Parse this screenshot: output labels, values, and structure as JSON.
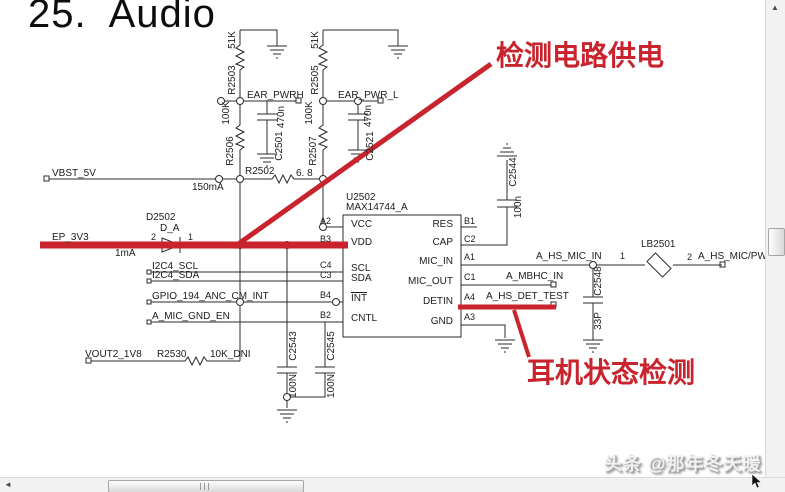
{
  "page": {
    "title": "25.  Audio"
  },
  "annotations": {
    "power_note": "检测电路供电",
    "detect_note": "耳机状态检测"
  },
  "colors": {
    "annotation_red": "#c9242e",
    "wire": "#2b2b2b"
  },
  "watermark": {
    "text": "头条 @那年冬天暖",
    "suffix": "-"
  },
  "icons": {
    "scroll_up": "▲",
    "scroll_left": "◄"
  },
  "nets": {
    "vbst": "VBST_5V",
    "ep3v3": "EP_3V3",
    "ear_pwrh": "EAR_PWRH",
    "ear_pwr_l": "EAR_PWR_L",
    "i2c_scl": "I2C4_SCL",
    "i2c_sda": "I2C4_SDA",
    "gpio_int": "GPIO_194_ANC_CM_INT",
    "mic_gnd_en": "A_MIC_GND_EN",
    "vout2": "VOUT2_1V8",
    "hs_mic_in": "A_HS_MIC_IN",
    "mbhc_in": "A_MBHC_IN",
    "hs_det_test": "A_HS_DET_TEST",
    "hs_mic_pwr": "A_HS_MIC/PWR"
  },
  "currents": {
    "vbst": "150mA",
    "ep": "1mA"
  },
  "components": {
    "r2503": {
      "ref": "R2503",
      "val": "51K"
    },
    "r2506": {
      "ref": "R2506",
      "val": "100K"
    },
    "r2505": {
      "ref": "R2505",
      "val": "51K"
    },
    "r2507": {
      "ref": "R2507",
      "val": "100K"
    },
    "r2502": {
      "ref": "R2502",
      "val": "6. 8"
    },
    "r2530": {
      "ref": "R2530",
      "val": "10K_DNI"
    },
    "c2501": {
      "ref": "C2501",
      "val": "470n"
    },
    "c2521": {
      "ref": "C2521",
      "val": "470n"
    },
    "c2544": {
      "ref": "C2544",
      "val": "100n"
    },
    "c2548": {
      "ref": "C2548",
      "val": "33P"
    },
    "c2543": {
      "ref": "C2543",
      "val": "100N"
    },
    "c2545": {
      "ref": "C2545",
      "val": "100N"
    },
    "d2502": {
      "ref": "D2502",
      "val": "D_A",
      "pin1": "1",
      "pin2": "2"
    },
    "lb2501": {
      "ref": "LB2501",
      "pin1": "1",
      "pin2": "2"
    }
  },
  "ic": {
    "ref": "U2502",
    "part": "MAX14744_A",
    "left_pins": [
      {
        "num": "A2",
        "name": "VCC"
      },
      {
        "num": "B3",
        "name": "VDD"
      },
      {
        "num": "C4",
        "name": "SCL"
      },
      {
        "num": "C3",
        "name": "SDA"
      },
      {
        "num": "B4",
        "name": "INT"
      },
      {
        "num": "B2",
        "name": "CNTL"
      }
    ],
    "right_pins": [
      {
        "num": "B1",
        "name": "RES"
      },
      {
        "num": "C2",
        "name": "CAP"
      },
      {
        "num": "A1",
        "name": "MIC_IN"
      },
      {
        "num": "C1",
        "name": "MIC_OUT"
      },
      {
        "num": "A4",
        "name": "DETIN"
      },
      {
        "num": "A3",
        "name": "GND"
      }
    ]
  }
}
